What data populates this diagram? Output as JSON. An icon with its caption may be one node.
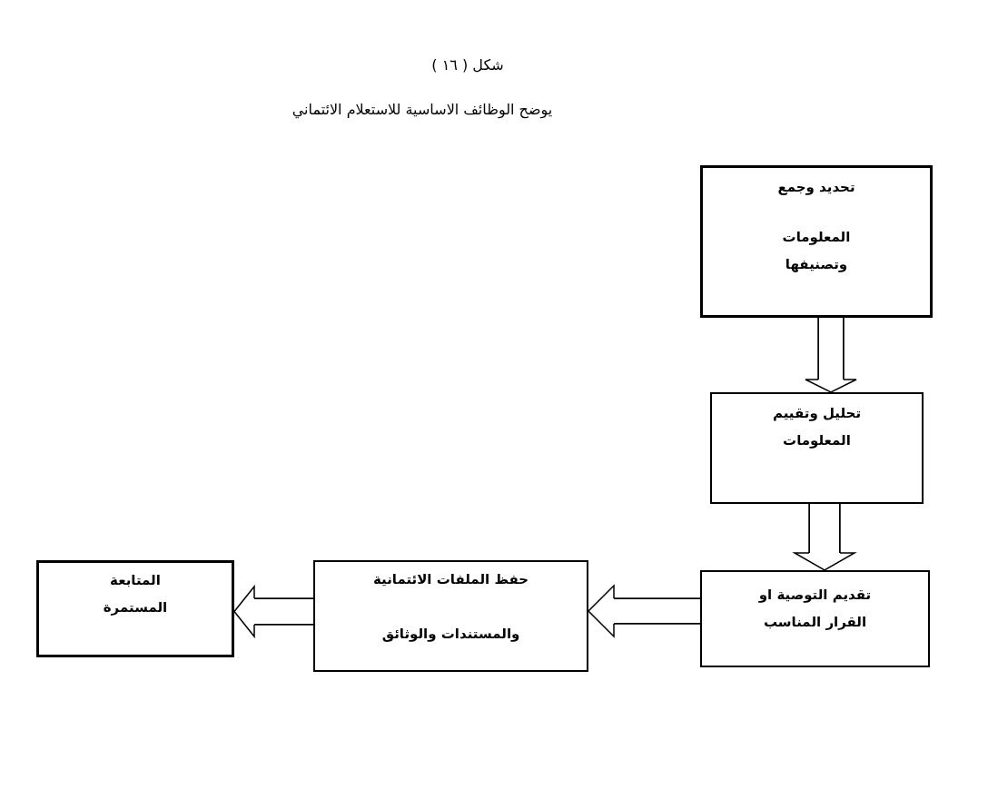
{
  "diagram": {
    "title": "شكل ( ١٦ )",
    "caption": "يوضح الوظائف الاساسية للاستعلام الائتماني",
    "nodes": [
      {
        "text": [
          "تحديد وجمع",
          "المعلومات وتصنيفها"
        ]
      },
      {
        "text": [
          "تحليل وتقييم المعلومات"
        ]
      },
      {
        "text": [
          "تقديم التوصية او القرار المناسب"
        ]
      },
      {
        "text": [
          "حفظ الملفات الائتمانية",
          "والمستندات والوثائق"
        ]
      },
      {
        "text": [
          "المتابعة المستمرة"
        ]
      }
    ],
    "edges": [
      {
        "from": 0,
        "to": 1,
        "arrow": "to"
      },
      {
        "from": 1,
        "to": 2,
        "arrow": "to"
      },
      {
        "from": 2,
        "to": 3,
        "arrow": "to"
      },
      {
        "from": 3,
        "to": 4,
        "arrow": "to"
      }
    ]
  }
}
